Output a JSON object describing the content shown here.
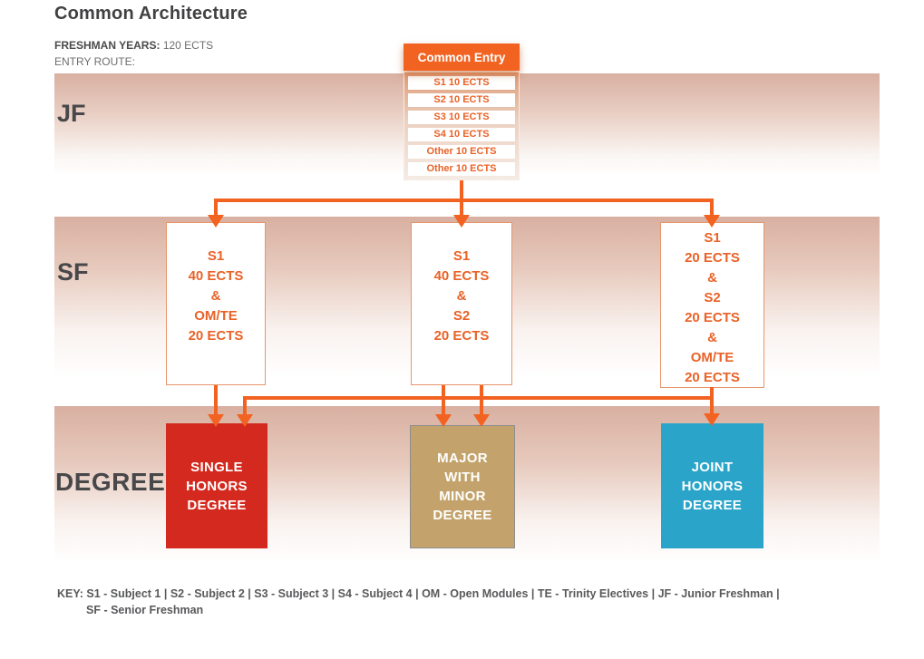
{
  "title": "Common Architecture",
  "header": {
    "freshman_label": "FRESHMAN YEARS:",
    "freshman_value": "120 ECTS",
    "entry_route_label": "ENTRY ROUTE:"
  },
  "colors": {
    "orange": "#f26322",
    "band_top": "#d8b0a1",
    "single_honors_red": "#d4291e",
    "major_minor_tan": "#c3a36b",
    "joint_honors_blue": "#2aa5c9",
    "heading_text": "#414042",
    "key_text": "#58595b"
  },
  "bands": [
    {
      "label": "JF"
    },
    {
      "label": "SF"
    },
    {
      "label": "DEGREE"
    }
  ],
  "common_entry": {
    "label": "Common Entry",
    "modules": [
      "S1 10 ECTS",
      "S2 10 ECTS",
      "S3 10 ECTS",
      "S4 10 ECTS",
      "Other 10 ECTS",
      "Other 10 ECTS"
    ]
  },
  "sf_boxes": [
    {
      "lines": [
        "S1",
        "40 ECTS",
        "&",
        "OM/TE",
        "20 ECTS"
      ]
    },
    {
      "lines": [
        "S1",
        "40 ECTS",
        "&",
        "S2",
        "20 ECTS"
      ]
    },
    {
      "lines": [
        "S1",
        "20 ECTS",
        "&",
        "S2",
        "20 ECTS",
        "&",
        "OM/TE",
        "20 ECTS"
      ]
    }
  ],
  "degree_boxes": [
    {
      "lines": [
        "SINGLE",
        "HONORS",
        "DEGREE"
      ]
    },
    {
      "lines": [
        "MAJOR",
        "WITH",
        "MINOR",
        "DEGREE"
      ]
    },
    {
      "lines": [
        "JOINT",
        "HONORS",
        "DEGREE"
      ]
    }
  ],
  "key": {
    "line1": "KEY: S1 - Subject 1 | S2 - Subject 2 | S3 - Subject 3 | S4 - Subject 4 | OM - Open Modules | TE - Trinity Electives | JF - Junior Freshman |",
    "line2": "SF - Senior Freshman"
  }
}
